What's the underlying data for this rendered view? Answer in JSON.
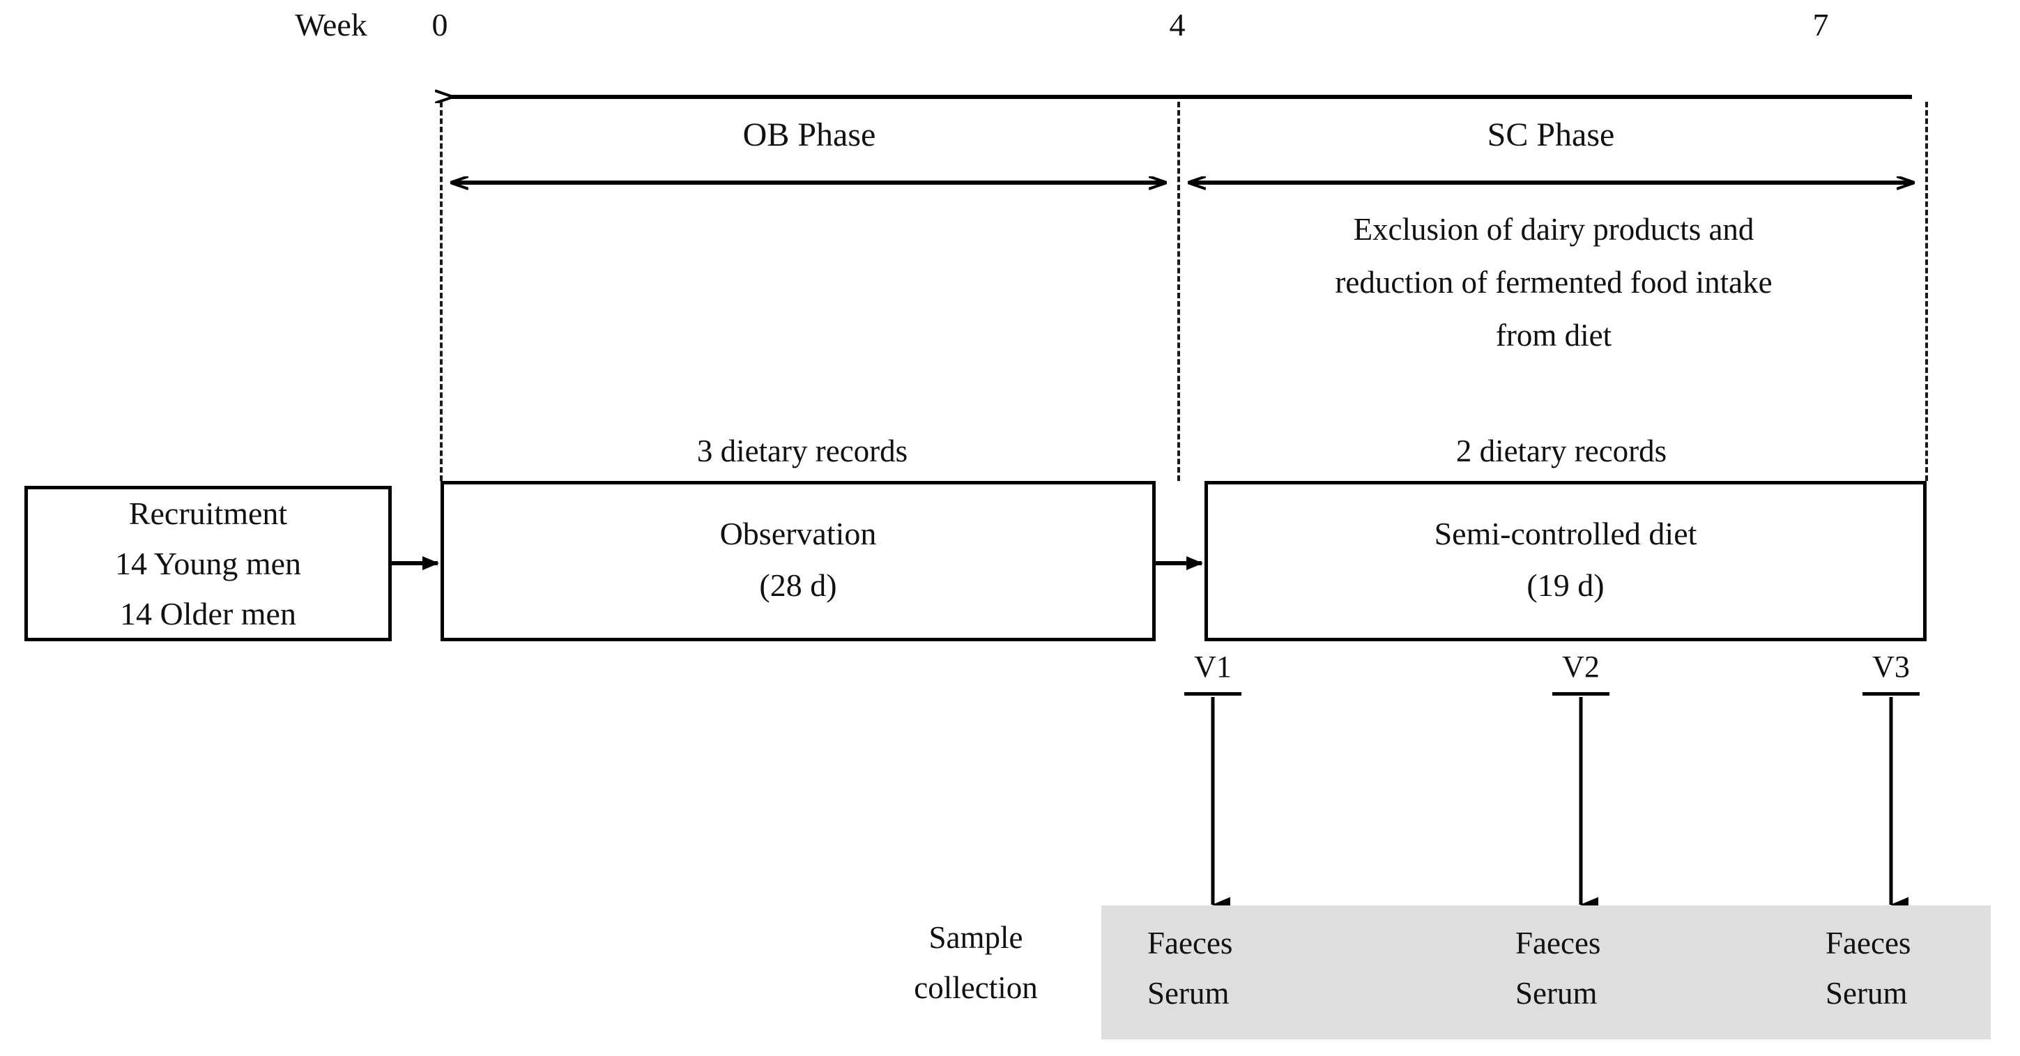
{
  "timeline": {
    "week_word": "Week",
    "ticks": [
      {
        "label": "0"
      },
      {
        "label": "4"
      },
      {
        "label": "7"
      }
    ]
  },
  "phases": [
    {
      "name": "OB Phase",
      "records_note": "3 dietary records",
      "box_title": "Observation",
      "box_duration": "(28 d)",
      "description": ""
    },
    {
      "name": "SC Phase",
      "records_note": "2 dietary records",
      "box_title": "Semi-controlled diet",
      "box_duration": "(19 d)",
      "description_line1": "Exclusion of dairy products and",
      "description_line2": "reduction of fermented food intake",
      "description_line3": "from diet"
    }
  ],
  "recruitment": {
    "title": "Recruitment",
    "line2": "14 Young men",
    "line3": "14 Older men"
  },
  "visits": [
    {
      "label": "V1",
      "sample_line1": "Faeces",
      "sample_line2": "Serum"
    },
    {
      "label": "V2",
      "sample_line1": "Faeces",
      "sample_line2": "Serum"
    },
    {
      "label": "V3",
      "sample_line1": "Faeces",
      "sample_line2": "Serum"
    }
  ],
  "sample_collection": {
    "line1": "Sample",
    "line2": "collection"
  },
  "colors": {
    "ink": "#111111",
    "stroke": "#000000",
    "band": "#dedede",
    "background": "#ffffff"
  }
}
